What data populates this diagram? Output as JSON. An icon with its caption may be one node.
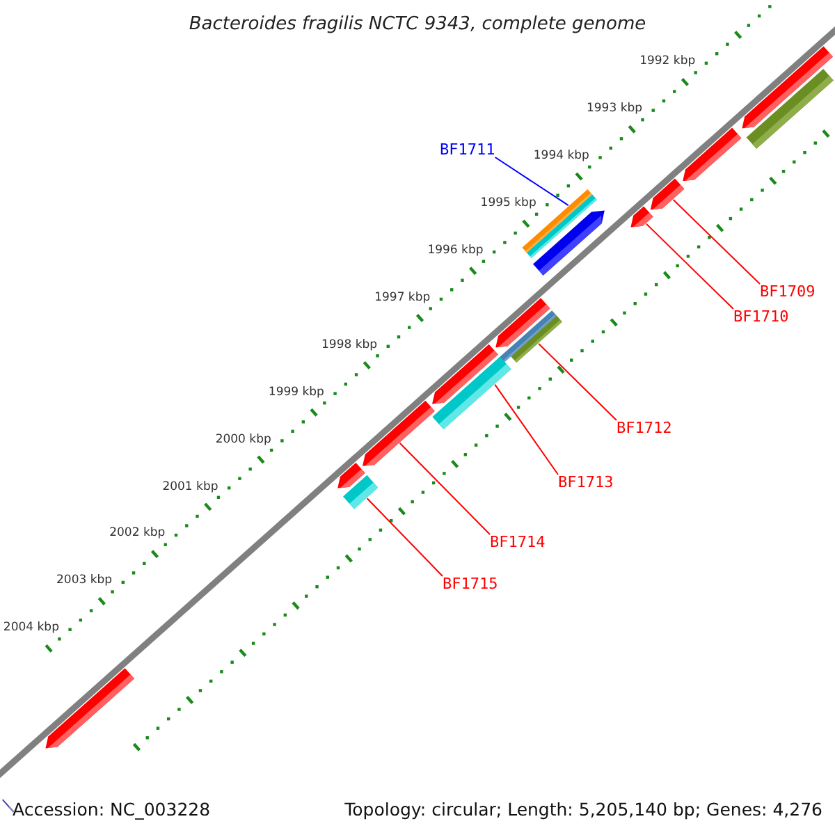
{
  "diagram": {
    "title": "Bacteroides fragilis NCTC 9343, complete genome",
    "nodes": [
      {
        "text": [
          "BF1711"
        ]
      },
      {
        "text": [],
        "shape": "bar"
      },
      {
        "text": [
          "BF1709"
        ]
      },
      {
        "text": [],
        "shape": "arrow"
      },
      {
        "text": [
          "BF1710"
        ]
      },
      {
        "text": [],
        "shape": "arrow"
      },
      {
        "text": [
          "BF1712"
        ]
      },
      {
        "text": [],
        "shape": "bar"
      },
      {
        "text": [
          "BF1713"
        ]
      },
      {
        "text": [],
        "shape": "bar"
      },
      {
        "text": [
          "BF1714"
        ]
      },
      {
        "text": [],
        "shape": "arrow"
      },
      {
        "text": [
          "BF1715"
        ]
      },
      {
        "text": [],
        "shape": "bar"
      }
    ],
    "edges": [
      {
        "from": 0,
        "to": 1,
        "arrow": "none",
        "color": "#0000ff"
      },
      {
        "from": 2,
        "to": 3,
        "arrow": "none"
      },
      {
        "from": 4,
        "to": 5,
        "arrow": "none"
      },
      {
        "from": 6,
        "to": 7,
        "arrow": "none"
      },
      {
        "from": 8,
        "to": 9,
        "arrow": "none"
      },
      {
        "from": 10,
        "to": 11,
        "arrow": "none"
      },
      {
        "from": 12,
        "to": 13,
        "arrow": "none"
      }
    ],
    "labels": [
      "1992 kbp",
      "1993 kbp",
      "1994 kbp",
      "1995 kbp",
      "1996 kbp",
      "1997 kbp",
      "1998 kbp",
      "1999 kbp",
      "2000 kbp",
      "2001 kbp",
      "2002 kbp",
      "2003 kbp",
      "2004 kbp",
      "Accession: NC_003228",
      "Topology: circular; Length: 5,205,140 bp; Genes: 4,276"
    ]
  }
}
